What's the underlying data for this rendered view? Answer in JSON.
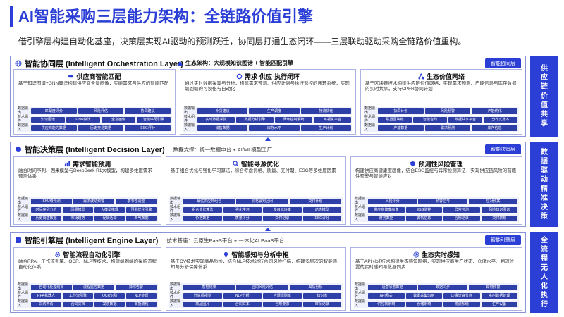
{
  "header": {
    "title": "AI智能采购三层能力架构：全链路价值引擎",
    "subtitle": "借引擎层构建自动化基座，决策层实现AI驱动的预测跃迁，协同层打通生态闭环——三层联动驱动采购全链路价值重构。"
  },
  "colors": {
    "accent": "#2b3fd6",
    "pill": "#2f3fa8",
    "row_bg": "#eef0fb"
  },
  "layers": [
    {
      "name": "智能协同层 (Intelligent Orchestration Layer)",
      "badge": "智能协同层",
      "banner": "生态架构：大规模知识图谱 + 智能匹配引擎",
      "side": [
        "供",
        "应",
        "链",
        "价",
        "值",
        "共",
        "享"
      ],
      "cards": [
        {
          "title": "供应商智能匹配",
          "icon": "handshake-icon",
          "desc": "基于知识图谱+GNN算法构建供应商全景画像，实能需求与供应的智能匹配",
          "rows": [
            {
              "label": "数据输出",
              "items": [
                "匹配度评分",
                "风险评估",
                "协同建议"
              ]
            },
            {
              "label": "技术组件",
              "items": [
                "知识图谱",
                "GNN算法",
                "全息画像",
                "智能匹配引擎"
              ]
            },
            {
              "label": "数据输入",
              "items": [
                "供应商能力数据",
                "历史交易数据",
                "ESG评分"
              ]
            }
          ]
        },
        {
          "title": "需求-供应-执行闭环",
          "icon": "loop-icon",
          "desc": "通过实时数据采集与分析，构建需求预测、供应计划与执行监控的闭环系统，实现端到端的可视化与自动化",
          "rows": [
            {
              "label": "数据输出",
              "items": [
                "补货建议",
                "生产调度",
                "物流优化"
              ]
            },
            {
              "label": "技术组件",
              "items": [
                "实时数据采集",
                "数据分析引擎",
                "闭环控制系统",
                "可视化平台"
              ]
            },
            {
              "label": "数据输入",
              "items": [
                "销售数据",
                "库存水平",
                "生产计划"
              ]
            }
          ]
        },
        {
          "title": "生态价值网络",
          "icon": "network-icon",
          "desc": "基于区块链技术构建供应链价值网络，实现需求预测、产能信息与库存数据的实时共享，支持CPFR协同计划",
          "rows": [
            {
              "label": "数据输出",
              "items": [
                "协同计划",
                "风险预警",
                "产能优化"
              ]
            },
            {
              "label": "技术组件",
              "items": [
                "联盟区块链",
                "智能合约",
                "数据共享平台",
                "分布式账本"
              ]
            },
            {
              "label": "数据输入",
              "items": [
                "产能数据",
                "需求预测",
                "库存信息"
              ]
            }
          ]
        }
      ]
    },
    {
      "name": "智能决策层 (Intelligent Decision Layer)",
      "badge": "智能决策层",
      "support": "数据支撑：统一数据中台 + AI/ML模型工厂",
      "side": [
        "数",
        "据",
        "驱",
        "动",
        "精",
        "准",
        "决",
        "策"
      ],
      "cards": [
        {
          "title": "需求智能预测",
          "icon": "chart-icon",
          "desc": "融合时间序列、因果模型与DeepSeek R1大模型，构建多维度需求预测体系",
          "rows": [
            {
              "label": "数据输出",
              "items": [
                "SKU级预测",
                "需求波动预警",
                "季节性调整"
              ]
            },
            {
              "label": "技术组件",
              "items": [
                "时间序列分析",
                "因果模型",
                "大模型推理",
                "预测优化引擎"
              ]
            },
            {
              "label": "数据输入",
              "items": [
                "历史销售数据",
                "市场趋势",
                "促销活动",
                "天气数据"
              ]
            }
          ]
        },
        {
          "title": "智能寻源优化",
          "icon": "search-icon",
          "desc": "基于组合优化与强化学习算法，综合考虑价格、质量、交付期、ESG等多维度因素",
          "rows": [
            {
              "label": "数据输出",
              "items": [
                "最优供应商组合",
                "价格谈判区间",
                "交付计划"
              ]
            },
            {
              "label": "技术组件",
              "items": [
                "组合优化算法",
                "强化学习",
                "多目标决策",
                "动态模型"
              ]
            },
            {
              "label": "数据输入",
              "items": [
                "价格数据",
                "质量评分",
                "交付记录",
                "ESG评分"
              ]
            }
          ]
        },
        {
          "title": "预测性风险管理",
          "icon": "shield-icon",
          "desc": "构建供应商健康度画像，结合ESG监控与异常检测算法，实现供应链风险的前瞻性预警与智能应对",
          "rows": [
            {
              "label": "数据输出",
              "items": [
                "风险评分",
                "预警信号",
                "应对预案"
              ]
            },
            {
              "label": "技术组件",
              "items": [
                "供应商健康画像",
                "ESG监控",
                "异常检测",
                "风险知识图谱"
              ]
            },
            {
              "label": "数据输入",
              "items": [
                "财务数据",
                "舆情信息",
                "合规记录",
                "交付表现"
              ]
            }
          ]
        }
      ]
    },
    {
      "name": "智能引擎层 (Intelligent Engine Layer)",
      "badge": "智能引擎层",
      "support": "技术基座：云原生PaaS平台 + 一体化AI PaaS平台",
      "side": [
        "全",
        "流",
        "程",
        "无",
        "人",
        "化",
        "执",
        "行"
      ],
      "cards": [
        {
          "title": "智能流程自动化引擎",
          "icon": "gear-icon",
          "desc": "融合RPA、工作流引擎、OCR、NLP等技术，构建端到端的采购流程自动化体系",
          "rows": [
            {
              "label": "数据输出",
              "items": [
                "自动化处理结果",
                "流程监控数据",
                "异常告警"
              ]
            },
            {
              "label": "技术组件",
              "items": [
                "RPA机器人",
                "工作流引擎",
                "OCR识别",
                "NLP处理"
              ]
            },
            {
              "label": "数据输入",
              "items": [
                "采购申请",
                "合同文档",
                "发票数据",
                "审批流程"
              ]
            }
          ]
        },
        {
          "title": "智能感知与分析中枢",
          "icon": "bulb-icon",
          "desc": "基于CV技术实现商品质检，结合NLP技术进行合同风险扫描，构建多层次的智能感知与分析保障体系",
          "rows": [
            {
              "label": "数据输出",
              "items": [
                "质检结果",
                "合同风险评估",
                "舆情分析"
              ]
            },
            {
              "label": "技术组件",
              "items": [
                "计算机视觉",
                "NLP分析",
                "合规规则库",
                "知识库"
              ]
            },
            {
              "label": "数据输入",
              "items": [
                "商品图片",
                "合同文本",
                "合规要求",
                "审批记录"
              ]
            }
          ]
        },
        {
          "title": "生态实时感知",
          "icon": "radar-icon",
          "desc": "基于API+IoT技术构建生态感知网络，实现供应商生产状态、仓储水平、物流位置的实时感知与数据同步",
          "rows": [
            {
              "label": "数据输出",
              "items": [
                "运营状态数据",
                "数据同步",
                "异常预警"
              ]
            },
            {
              "label": "技术组件",
              "items": [
                "API网关",
                "数据采集SDK",
                "边缘计算节点",
                "实时数据处理"
              ]
            },
            {
              "label": "数据输入",
              "items": [
                "供应商系统",
                "仓储系统",
                "物流系统",
                "生产设备"
              ]
            }
          ]
        }
      ]
    }
  ]
}
